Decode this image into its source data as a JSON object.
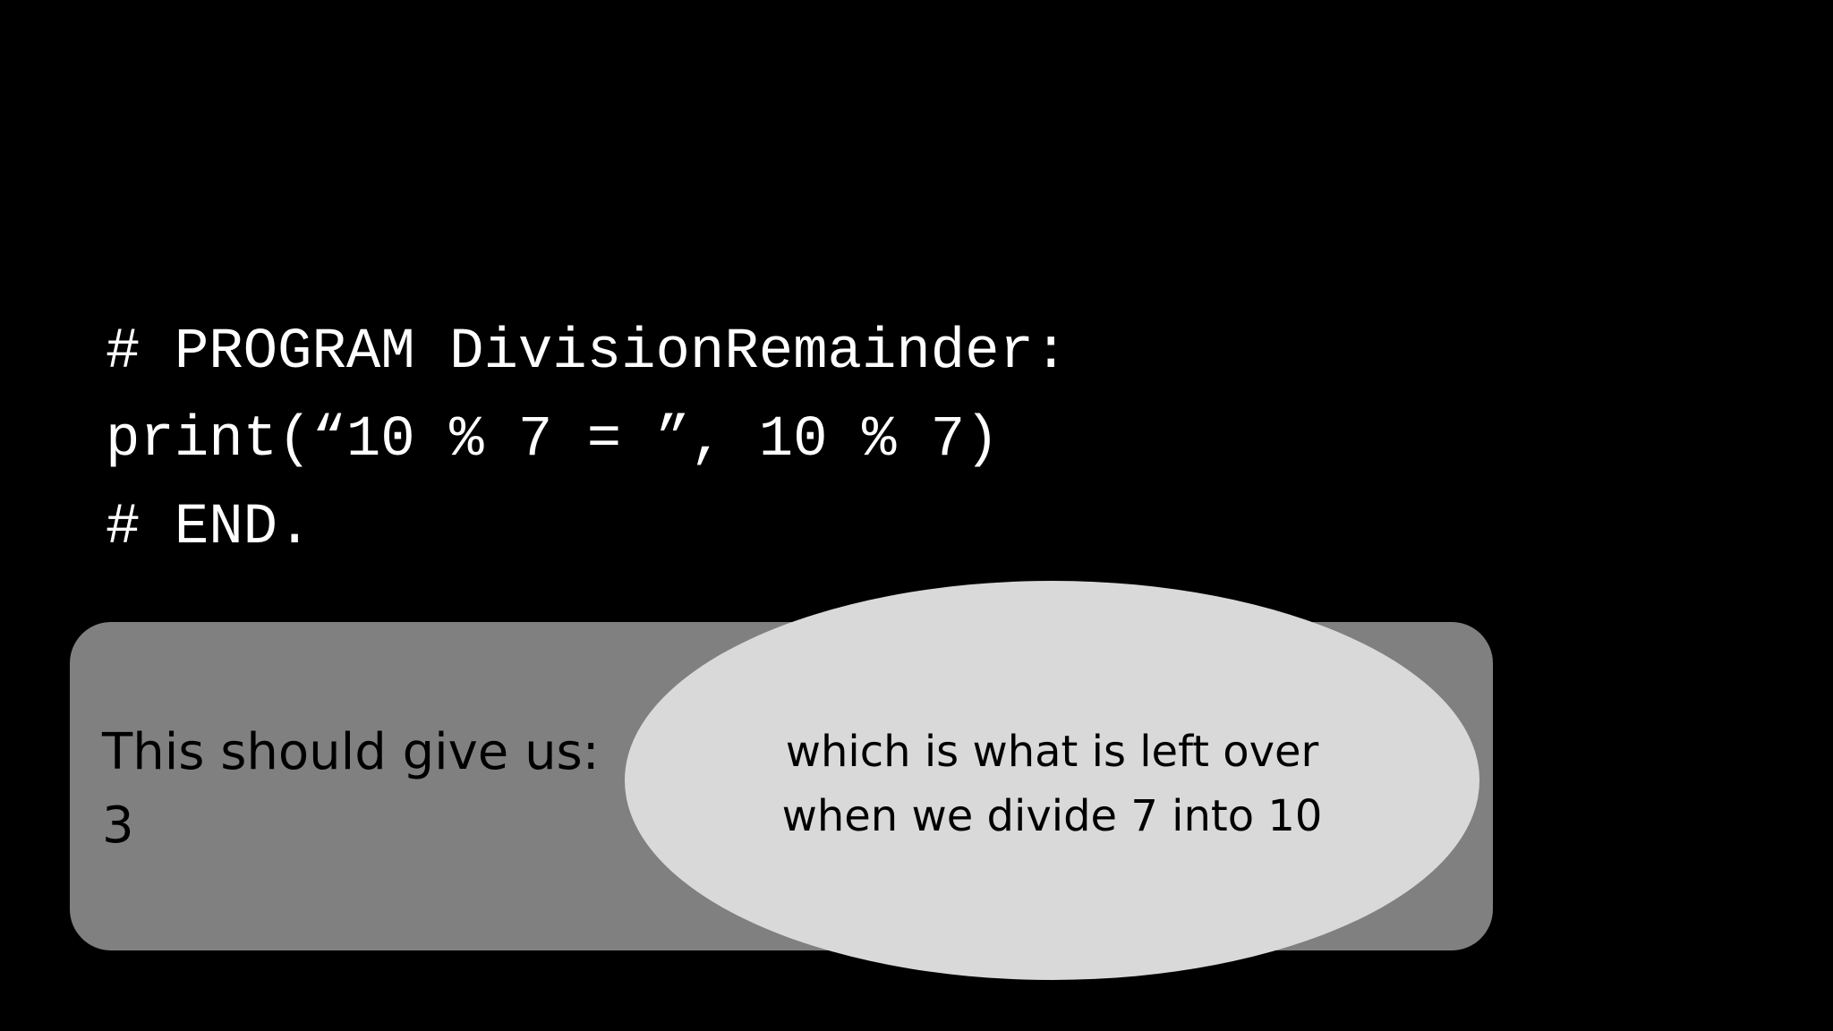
{
  "slide": {
    "background_color": "#000000",
    "code_lines": [
      "# PROGRAM DivisionRemainder:",
      "print(“10 % 7 = ”, 10 % 7)",
      "# END."
    ],
    "result_box": {
      "color": "#808080",
      "lines": [
        "This should give us:",
        "3"
      ]
    },
    "callout": {
      "color": "#d9d9d9",
      "lines": [
        "which is what is left over",
        "when we divide 7 into 10"
      ]
    }
  }
}
